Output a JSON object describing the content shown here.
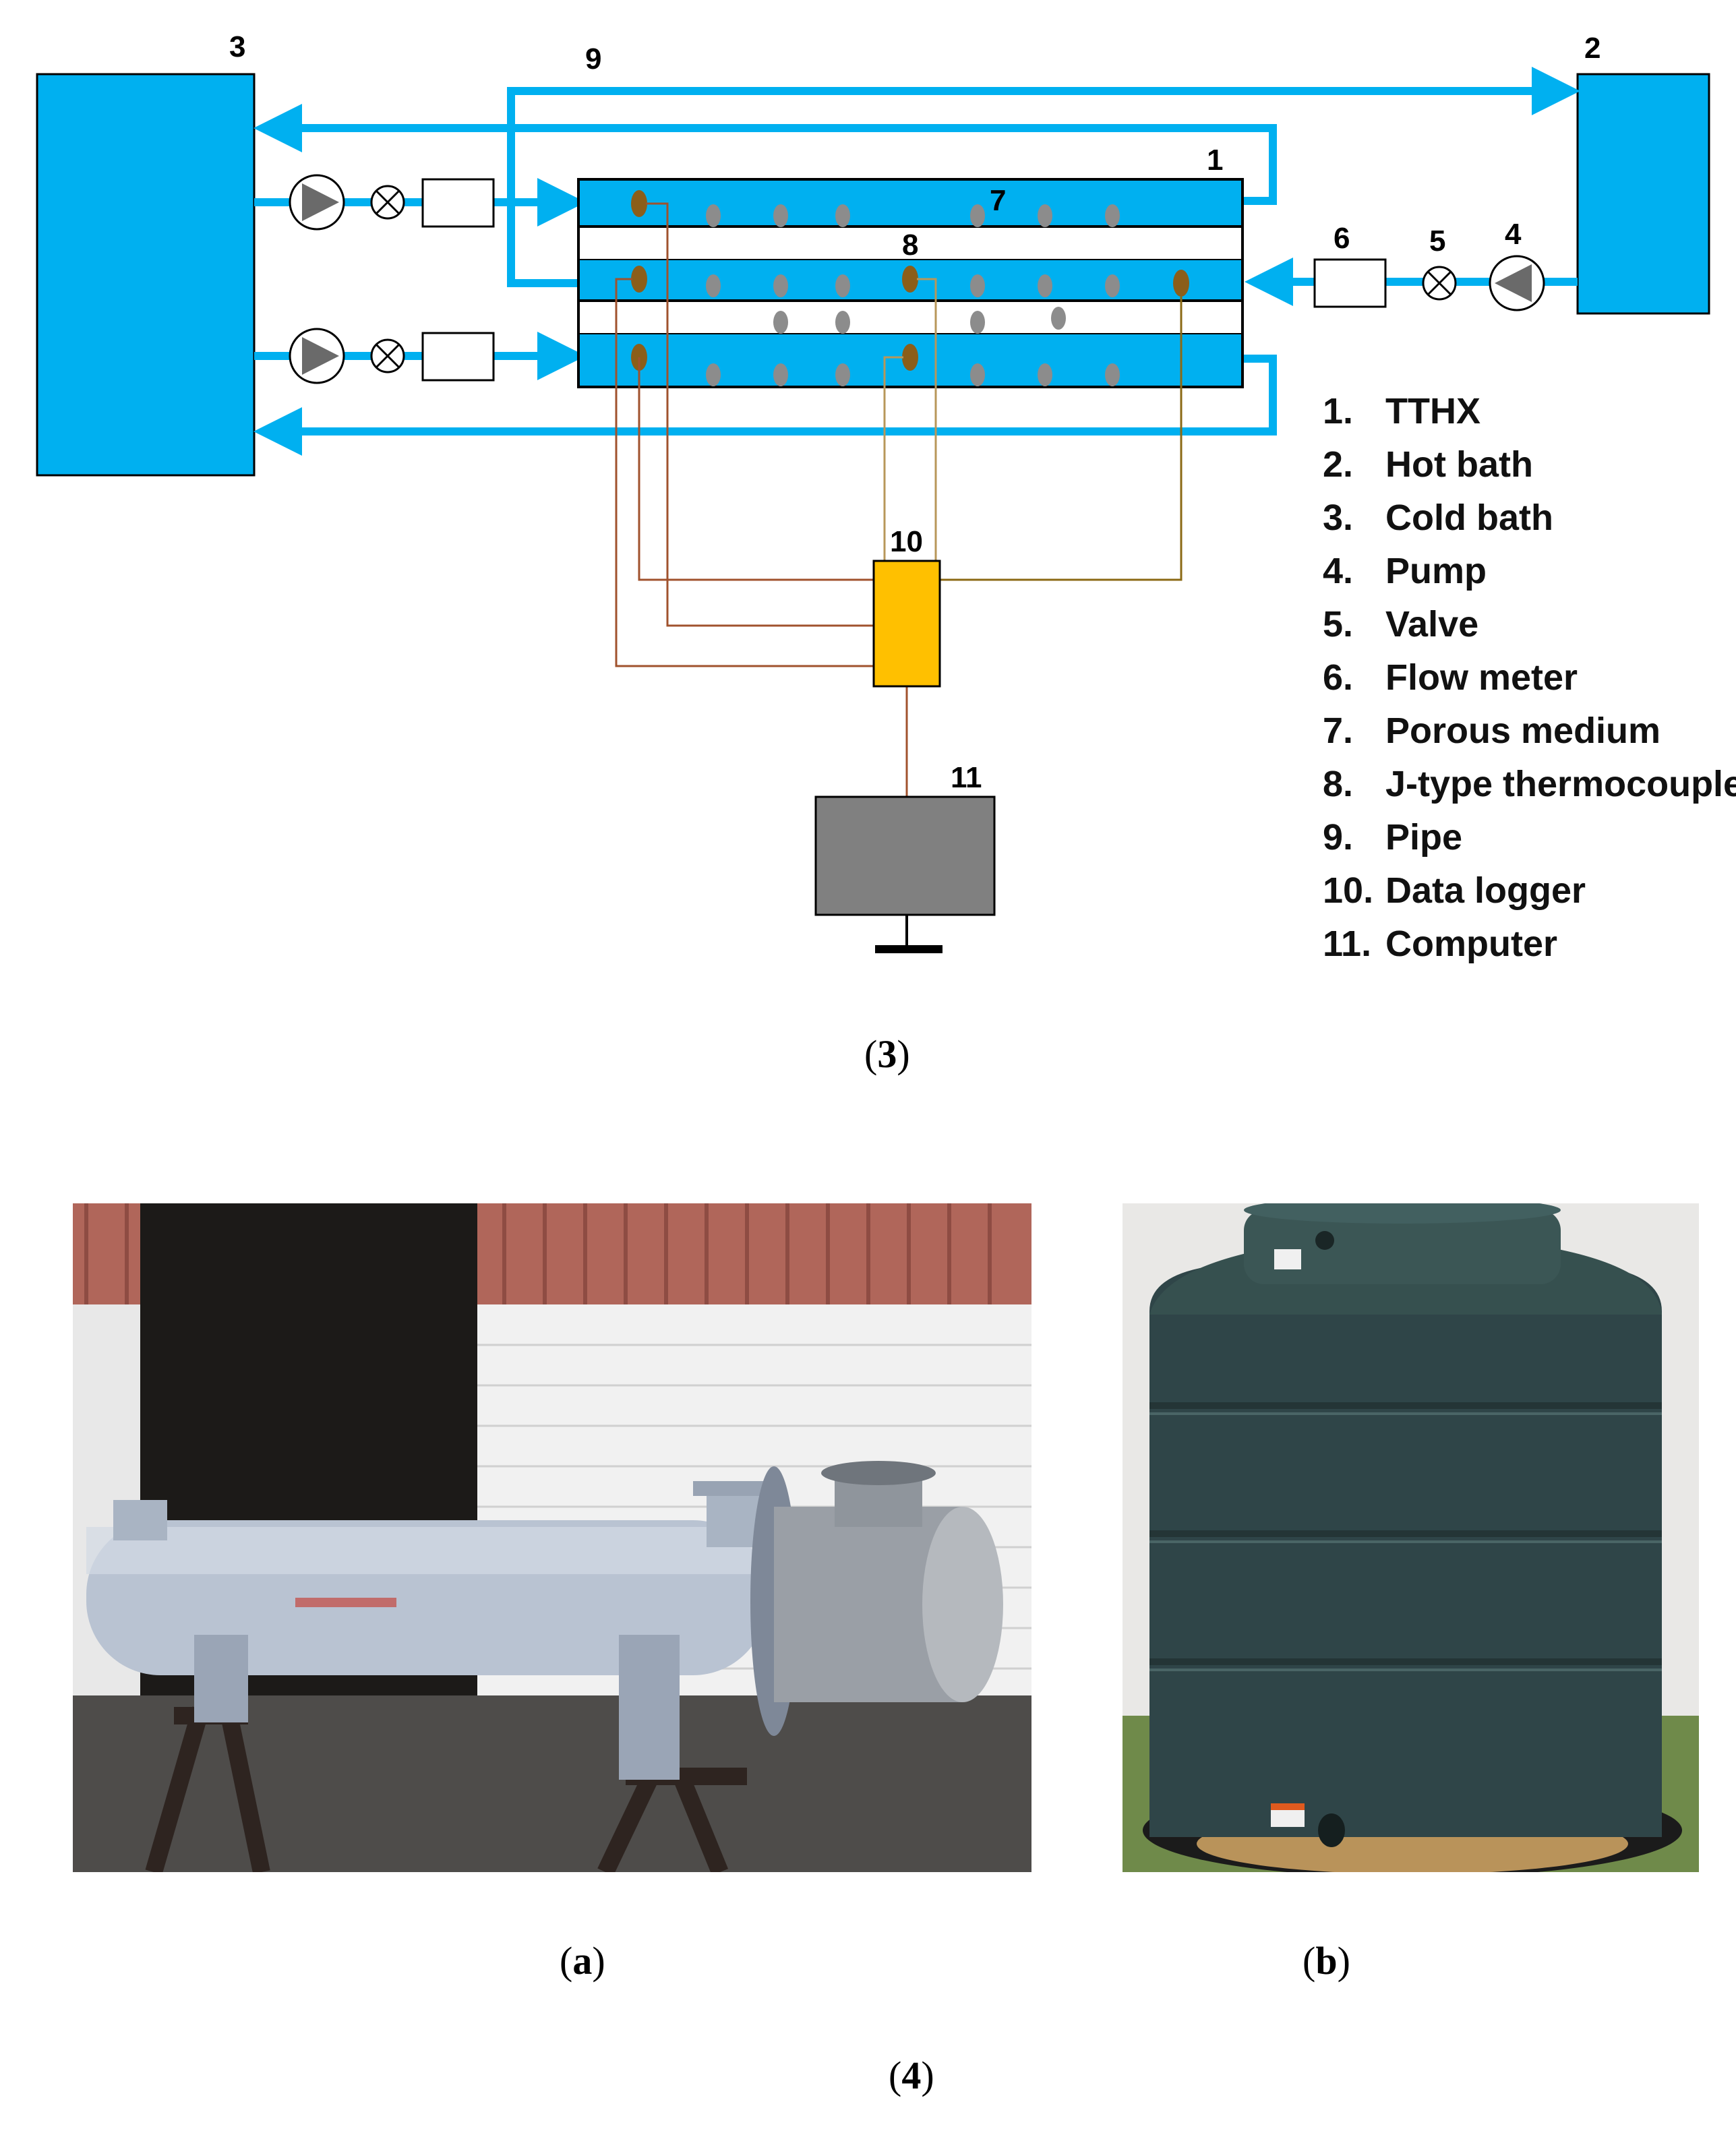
{
  "schematic": {
    "labels": {
      "n1": "1",
      "n2": "2",
      "n3": "3",
      "n4": "4",
      "n5": "5",
      "n6": "6",
      "n7": "7",
      "n8": "8",
      "n9": "9",
      "n10": "10",
      "n11": "11"
    },
    "legend": [
      {
        "num": "1.",
        "text": "TTHX"
      },
      {
        "num": "2.",
        "text": "Hot bath"
      },
      {
        "num": "3.",
        "text": "Cold bath"
      },
      {
        "num": "4.",
        "text": "Pump"
      },
      {
        "num": "5.",
        "text": "Valve"
      },
      {
        "num": "6.",
        "text": "Flow meter"
      },
      {
        "num": "7.",
        "text": "Porous medium"
      },
      {
        "num": "8.",
        "text": "J-type thermocouple"
      },
      {
        "num": "9.",
        "text": "Pipe"
      },
      {
        "num": "10.",
        "text": "Data logger"
      },
      {
        "num": "11.",
        "text": "Computer"
      }
    ],
    "colors": {
      "water": "#00B0F0",
      "porous_dot": "#8C8C8C",
      "thermocouple": "#8B5E1A",
      "wire": "#A0522D",
      "logger": "#FFC000",
      "computer": "#808080"
    }
  },
  "captions": {
    "fig3": "3",
    "fig4": "4",
    "a": "a",
    "b": "b"
  },
  "photos": {
    "a": {
      "subject": "shell-and-tube heat exchanger photo"
    },
    "b": {
      "subject": "water storage tank photo"
    }
  }
}
